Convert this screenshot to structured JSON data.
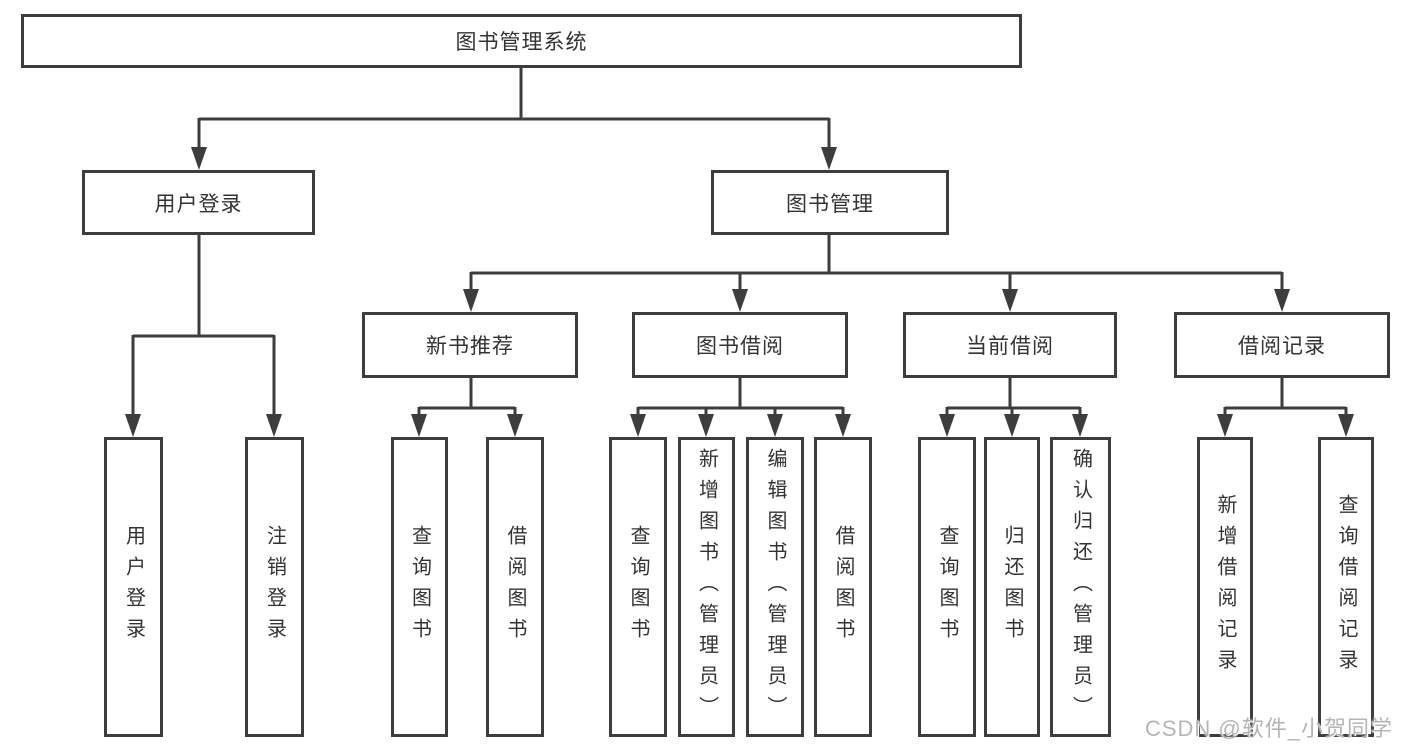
{
  "colors": {
    "line": "#3d3d3d",
    "box_border": "#3d3d3d",
    "text": "#333333",
    "background": "#ffffff",
    "watermark_text_color": "#b5b5b5"
  },
  "nodes": {
    "root": {
      "label": "图书管理系统"
    },
    "user_login": {
      "label": "用户登录"
    },
    "book_mgmt": {
      "label": "图书管理"
    },
    "new_book_rec": {
      "label": "新书推荐"
    },
    "book_borrow": {
      "label": "图书借阅"
    },
    "current_borrow": {
      "label": "当前借阅"
    },
    "borrow_record": {
      "label": "借阅记录"
    },
    "leaf_user_login": {
      "label": "用户登录"
    },
    "leaf_logout": {
      "label": "注销登录"
    },
    "leaf_nb_query": {
      "label": "查询图书"
    },
    "leaf_nb_borrow": {
      "label": "借阅图书"
    },
    "leaf_bb_query": {
      "label": "查询图书"
    },
    "leaf_bb_add": {
      "label": "新增图书（管理员）"
    },
    "leaf_bb_edit": {
      "label": "编辑图书（管理员）"
    },
    "leaf_bb_borrow": {
      "label": "借阅图书"
    },
    "leaf_cb_query": {
      "label": "查询图书"
    },
    "leaf_cb_return": {
      "label": "归还图书"
    },
    "leaf_cb_confirm": {
      "label": "确认归还（管理员）"
    },
    "leaf_br_add": {
      "label": "新增借阅记录"
    },
    "leaf_br_query": {
      "label": "查询借阅记录"
    }
  },
  "watermark": {
    "text": "CSDN @软件_小贺同学"
  }
}
